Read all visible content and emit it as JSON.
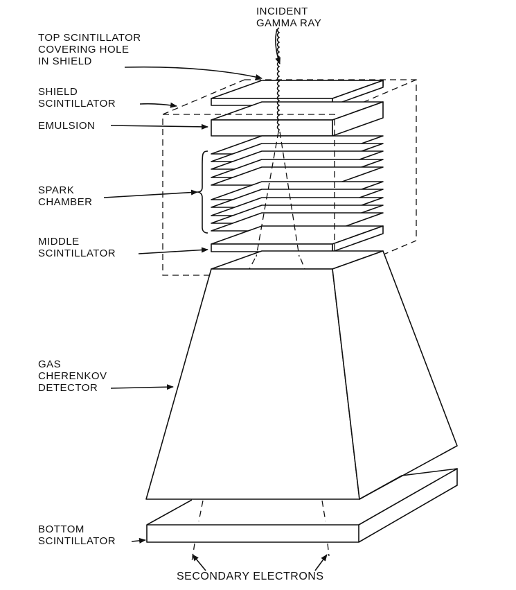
{
  "labels": {
    "incident": [
      "INCIDENT",
      "GAMMA RAY"
    ],
    "top_scintillator": [
      "TOP SCINTILLATOR",
      "COVERING HOLE",
      "IN SHIELD"
    ],
    "shield_scintillator": [
      "SHIELD",
      "SCINTILLATOR"
    ],
    "emulsion": "EMULSION",
    "spark_chamber": [
      "SPARK",
      "CHAMBER"
    ],
    "middle_scintillator": [
      "MIDDLE",
      "SCINTILLATOR"
    ],
    "cherenkov": [
      "GAS",
      "CHERENKOV",
      "DETECTOR"
    ],
    "bottom_scintillator": [
      "BOTTOM",
      "SCINTILLATOR"
    ],
    "secondary_electrons": "SECONDARY ELECTRONS"
  },
  "spark_chamber_plate_count": 10
}
